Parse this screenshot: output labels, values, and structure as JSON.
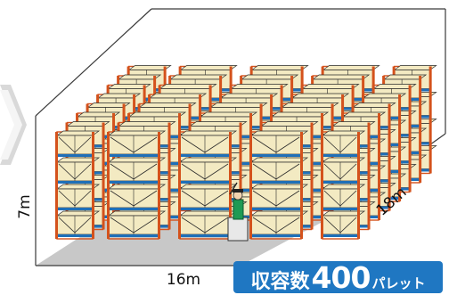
{
  "dimensions": {
    "height": "7m",
    "width": "16m",
    "depth": "18m"
  },
  "capacity": {
    "label": "収容数",
    "value": "400",
    "unit": "パレット"
  },
  "colors": {
    "badge": "#1f77c2",
    "rack_frame": "#d4521c",
    "rack_beam": "#1f6fb8",
    "box_fill": "#f3eac2",
    "box_stroke": "#2a2a2a",
    "floor": "#c8c8c8",
    "worker": "#1e9a54"
  },
  "icons": {
    "left_arrow": "chevron-right-icon",
    "worker": "forklift-operator-icon"
  }
}
